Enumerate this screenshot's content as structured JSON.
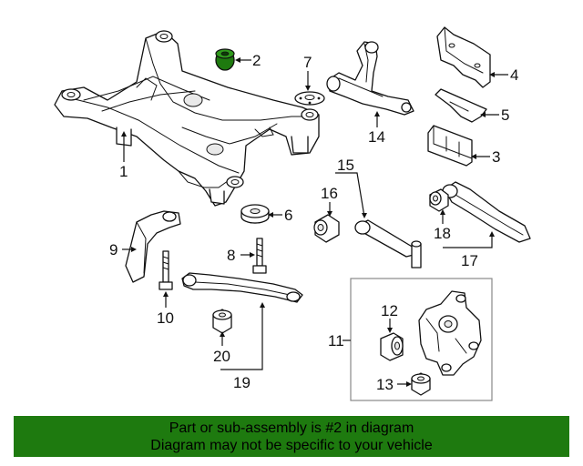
{
  "diagram": {
    "highlighted_part": "2",
    "highlight_color": "#1e7a0f",
    "callouts": [
      "1",
      "2",
      "3",
      "4",
      "5",
      "6",
      "7",
      "8",
      "9",
      "10",
      "11",
      "12",
      "13",
      "14",
      "15",
      "16",
      "17",
      "18",
      "19",
      "20"
    ]
  },
  "banner": {
    "line1": "Part or sub-assembly is #2 in diagram",
    "line2": "Diagram may not be specific to your vehicle",
    "color": "#1e7a0f"
  }
}
